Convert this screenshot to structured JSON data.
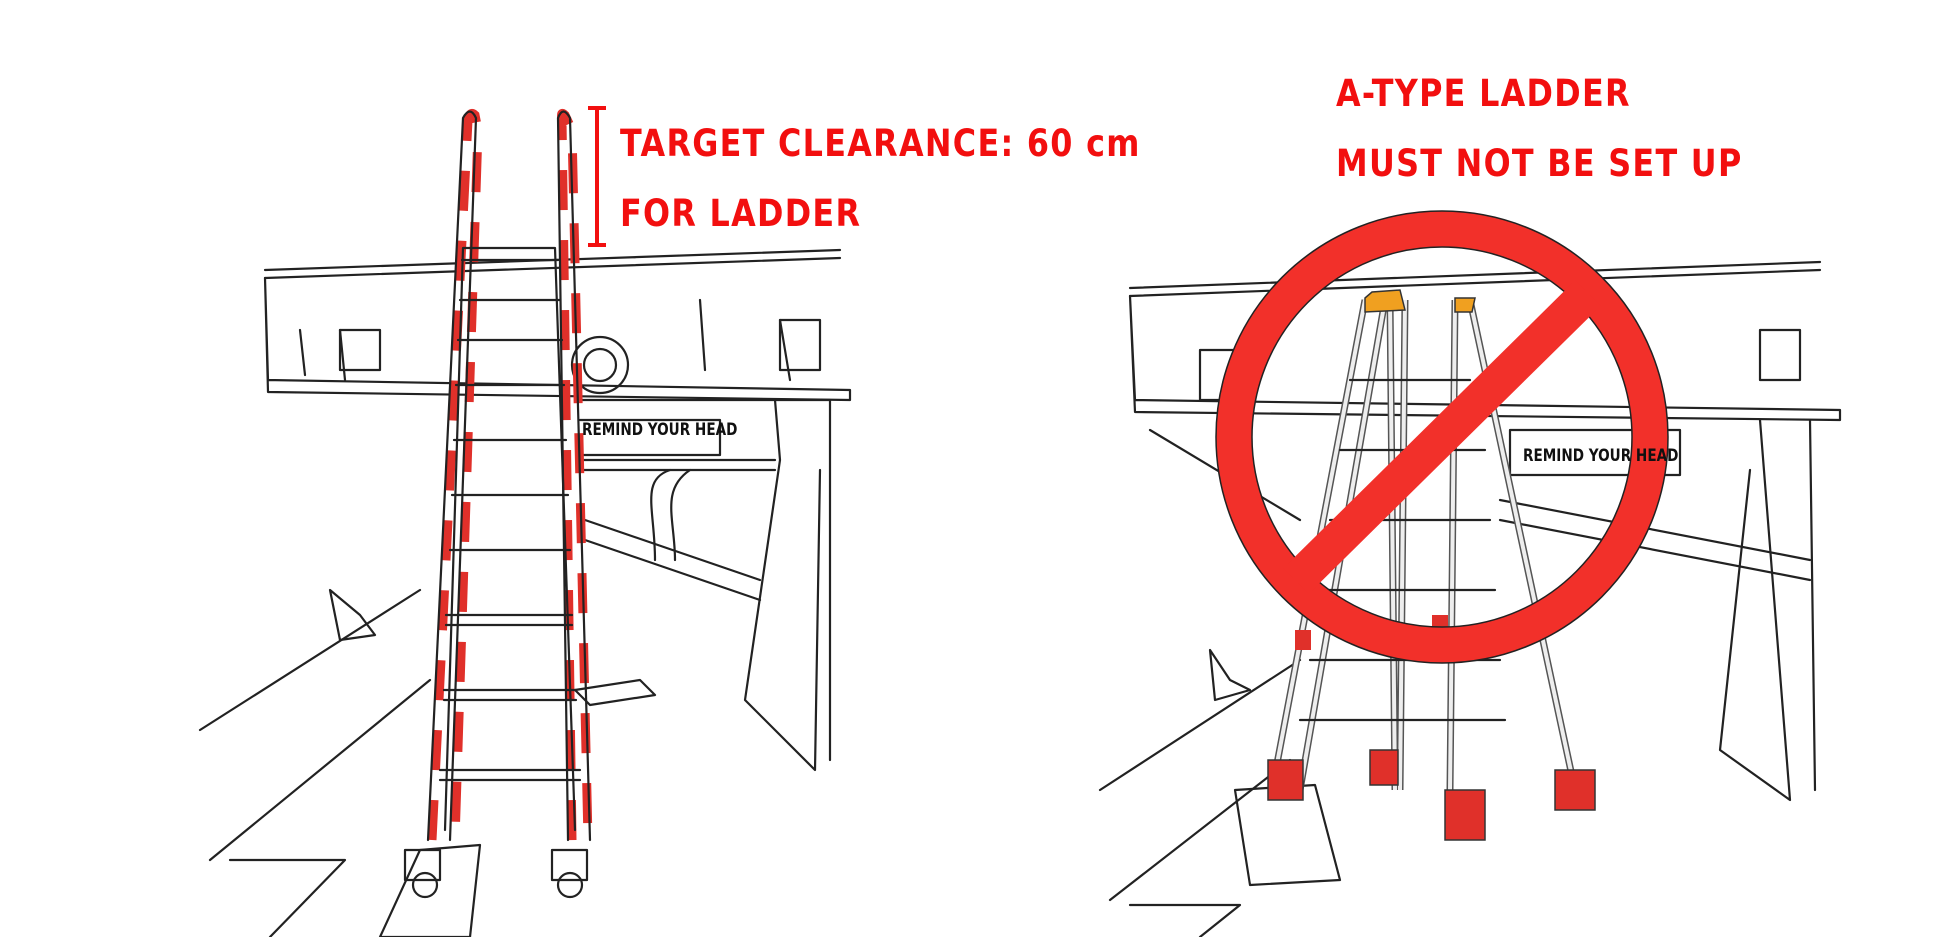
{
  "left_panel": {
    "clearance_line1": "TARGET CLEARANCE: 60 cm",
    "clearance_line2": "FOR LADDER",
    "sign_text": "REMIND YOUR HEAD"
  },
  "right_panel": {
    "warning_line1": "A-TYPE LADDER",
    "warning_line2": "MUST NOT BE SET UP",
    "sign_text": "REMIND YOUR HEAD",
    "prohibition_icon": "no-symbol-icon"
  },
  "colors": {
    "label_red": "#f20f0f",
    "prohibition_red": "#f2302a",
    "ladder_stripe_red": "#e0302a",
    "ladder_cap_orange": "#f0a020"
  }
}
